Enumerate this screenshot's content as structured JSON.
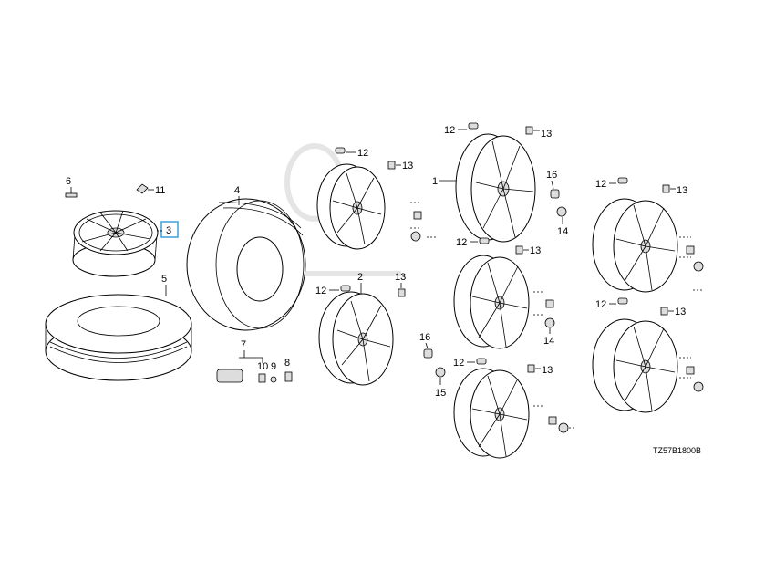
{
  "diagram_code": "TZ57B1800B",
  "highlight_color": "#3aa0d8",
  "labels": {
    "l1": "1",
    "l2": "2",
    "l3": "3",
    "l4": "4",
    "l5": "5",
    "l6": "6",
    "l7": "7",
    "l8": "8",
    "l9": "9",
    "l10": "10",
    "l11": "11",
    "l12": "12",
    "l13": "13",
    "l14": "14",
    "l15": "15",
    "l16": "16"
  }
}
